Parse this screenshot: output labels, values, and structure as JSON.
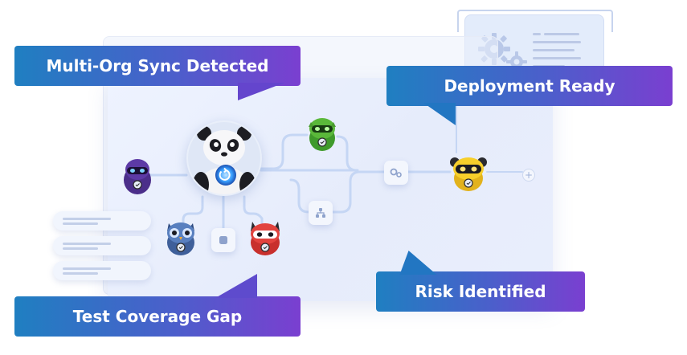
{
  "callouts": {
    "multi_org": "Multi-Org Sync Detected",
    "deployment": "Deployment Ready",
    "risk": "Risk Identified",
    "coverage": "Test Coverage Gap"
  },
  "plus_node": "+",
  "icons": {
    "main_sync": "sync-icon",
    "gear_node": "gears-icon",
    "hierarchy_node": "hierarchy-icon",
    "stop_node": "square-icon",
    "doc_gears": "gear-icon",
    "badge": "tool-badge-icon"
  },
  "colors": {
    "callout_start": "#1f7fc1",
    "callout_end": "#7a3fd0",
    "connector": "#c5d6f4",
    "panel": "#e9eefc",
    "panda_glow": "#3aa0ff"
  }
}
